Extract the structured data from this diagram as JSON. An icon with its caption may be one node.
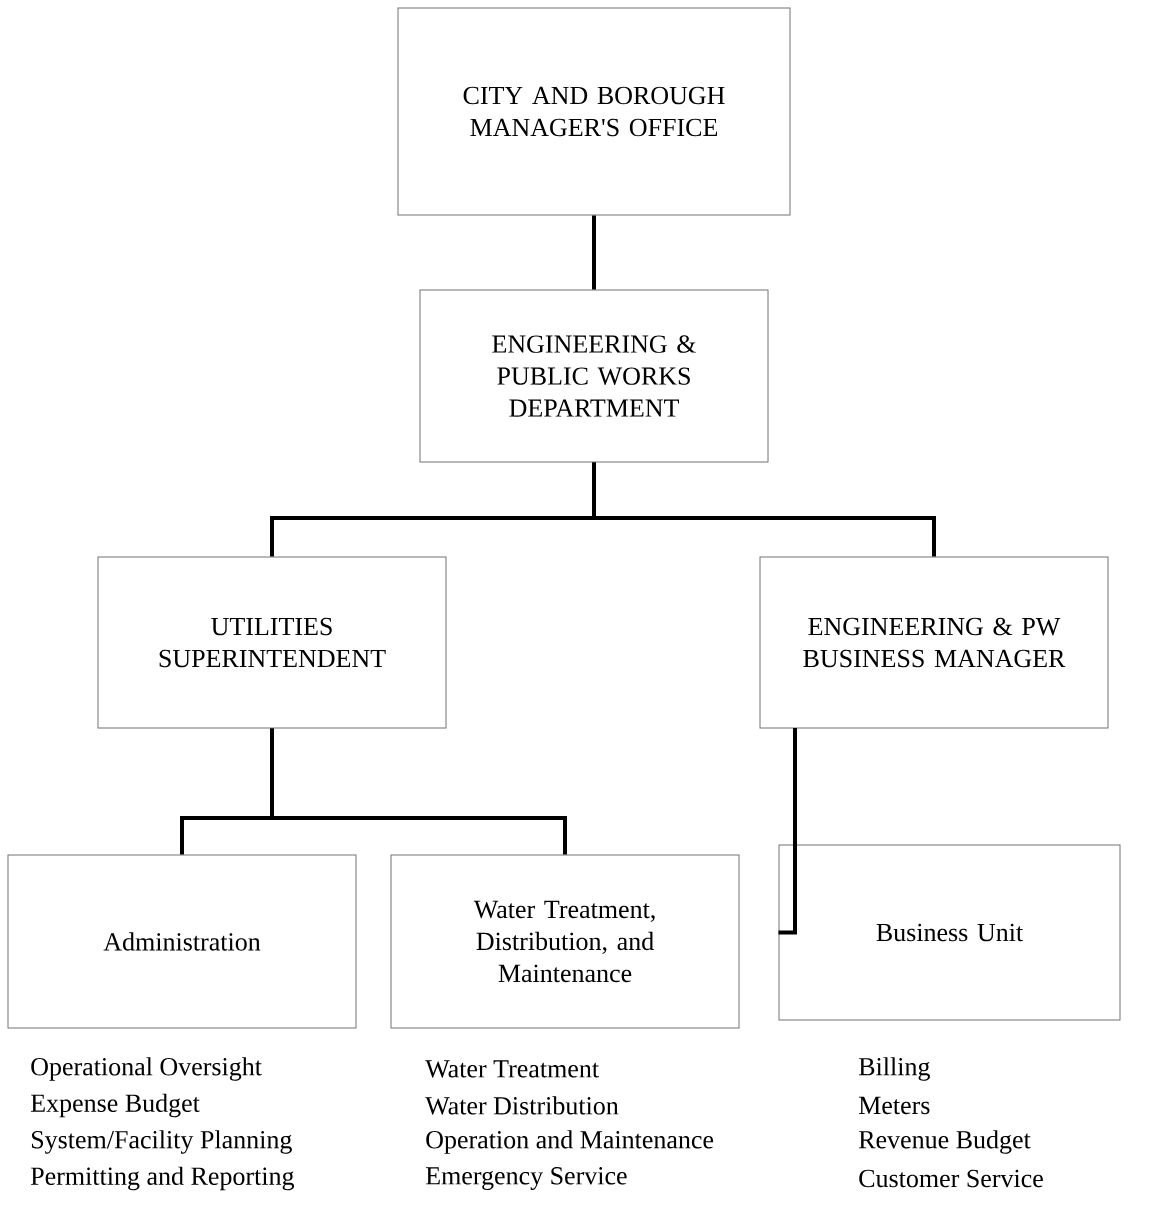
{
  "diagram": {
    "nodes": [
      {
        "text": [
          "CITY AND BOROUGH MANAGER'S OFFICE"
        ]
      },
      {
        "text": [
          "ENGINEERING & PUBLIC WORKS DEPARTMENT"
        ]
      },
      {
        "text": [
          "UTILITIES SUPERINTENDENT"
        ]
      },
      {
        "text": [
          "ENGINEERING & PW BUSINESS MANAGER"
        ]
      },
      {
        "text": [
          "Administration"
        ],
        "beside": [
          "Operational Oversight",
          "Expense Budget",
          "System/Facility Planning",
          "Permitting and Reporting"
        ]
      },
      {
        "text": [
          "Water Treatment, Distribution, and Maintenance"
        ],
        "beside": [
          "Water Treatment",
          "Water Distribution",
          "Operation and Maintenance",
          "Emergency Service"
        ]
      },
      {
        "text": [
          "Business Unit"
        ],
        "beside": [
          "Billing",
          "Meters",
          "Revenue Budget",
          "Customer Service"
        ]
      }
    ],
    "edges": [
      {
        "from": 0,
        "to": 1,
        "arrow": "none"
      },
      {
        "from": 1,
        "to": 2,
        "arrow": "none"
      },
      {
        "from": 1,
        "to": 3,
        "arrow": "none"
      },
      {
        "from": 2,
        "to": 4,
        "arrow": "none"
      },
      {
        "from": 2,
        "to": 5,
        "arrow": "none"
      },
      {
        "from": 3,
        "to": 6,
        "arrow": "none"
      }
    ]
  }
}
